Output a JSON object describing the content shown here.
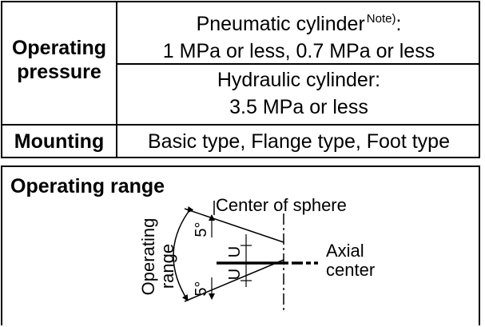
{
  "table": {
    "operating_pressure": {
      "label_line1": "Operating",
      "label_line2": "pressure",
      "pneumatic_title": "Pneumatic cylinder",
      "pneumatic_note": "Note)",
      "pneumatic_colon": ":",
      "pneumatic_value": "1 MPa or less, 0.7 MPa or less",
      "hydraulic_title": "Hydraulic cylinder:",
      "hydraulic_value": "3.5 MPa or less"
    },
    "mounting": {
      "label": "Mounting",
      "value": "Basic type, Flange type, Foot type"
    }
  },
  "operating_range": {
    "title": "Operating range",
    "center_of_sphere": "Center of sphere",
    "axial_line1": "Axial",
    "axial_line2": "center",
    "range_line1": "Operating",
    "range_line2": "range",
    "angle_top": "5°",
    "angle_bottom": "5°",
    "u_top": "U",
    "u_bottom": "U"
  }
}
